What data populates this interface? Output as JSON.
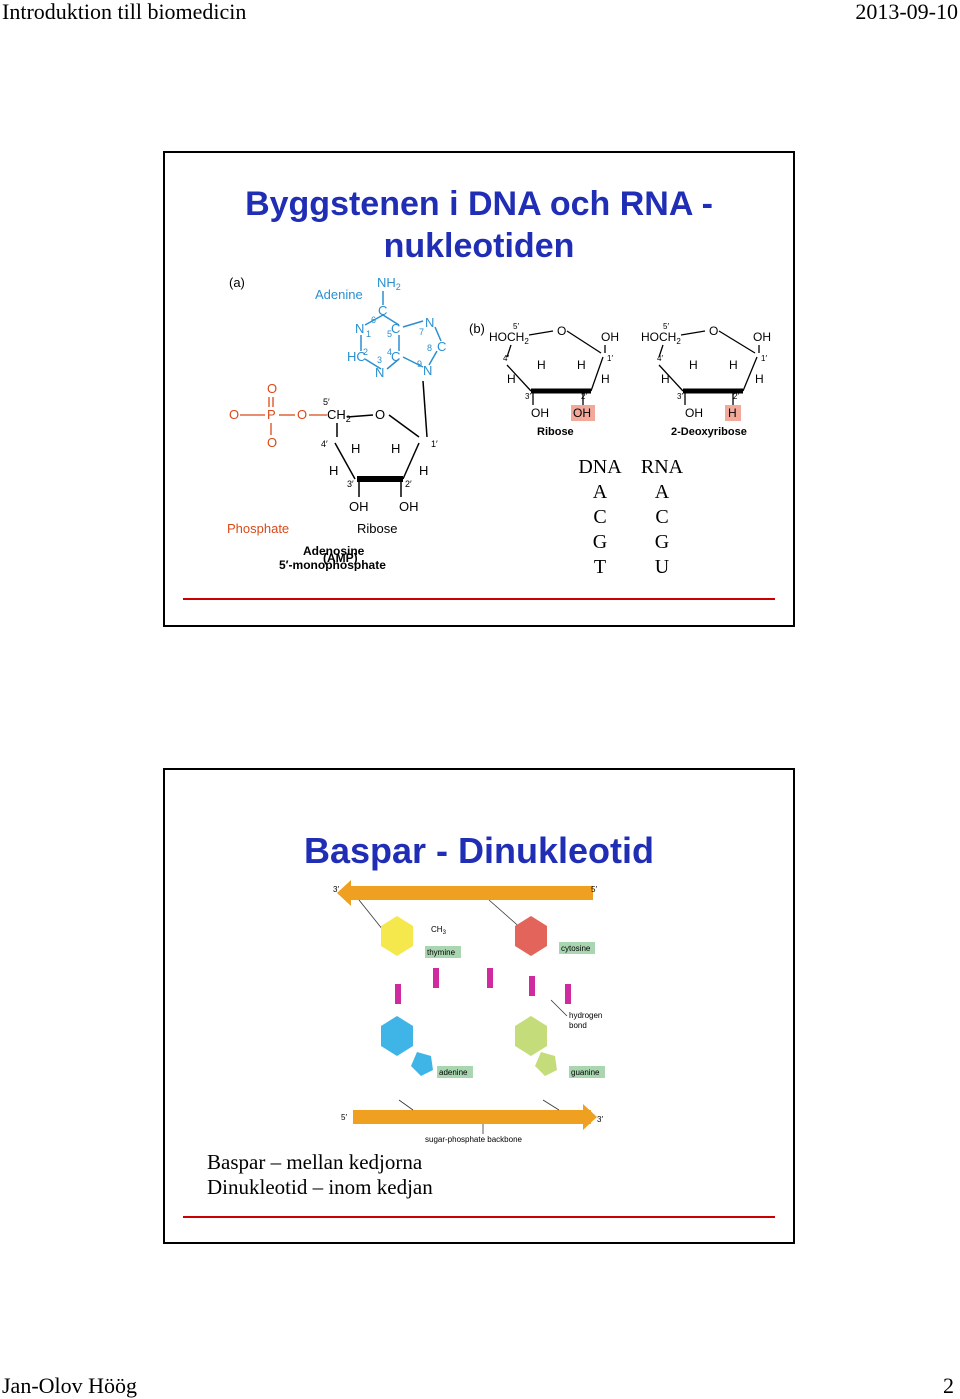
{
  "header": {
    "left": "Introduktion till biomedicin",
    "right": "2013-09-10"
  },
  "footer": {
    "author": "Jan-Olov Höög",
    "page": "2"
  },
  "slide1": {
    "title_line1": "Byggstenen i DNA och RNA -",
    "title_line2": "nukleotiden",
    "figure_a": {
      "panel": "(a)",
      "adenine": "Adenine",
      "nh2": "NH",
      "sub2": "2",
      "phosphate": "Phosphate",
      "ribose": "Ribose",
      "adenosine": "Adenosine",
      "monophosphate": "5′-monophosphate",
      "amp": "(AMP)",
      "oh": "OH",
      "h": "H",
      "o": "O",
      "p": "P",
      "c": "C",
      "n": "N",
      "hc": "HC",
      "ch2": "CH",
      "pos5": "5′",
      "pos4": "4′",
      "pos3": "3′",
      "pos2": "2′",
      "pos1": "1′",
      "ring": [
        "1",
        "2",
        "3",
        "4",
        "5",
        "6",
        "7",
        "8",
        "9"
      ]
    },
    "figure_b": {
      "panel": "(b)",
      "hoch2": "HOCH",
      "ribose": "Ribose",
      "deoxyribose": "2-Deoxyribose",
      "highlight_color": "#f2a99a"
    },
    "bases_table": {
      "dna_header": "DNA",
      "rna_header": "RNA",
      "dna": [
        "A",
        "C",
        "G",
        "T"
      ],
      "rna": [
        "A",
        "C",
        "G",
        "U"
      ]
    }
  },
  "slide2": {
    "title": "Baspar - Dinukleotid",
    "figure": {
      "strand_top_left": "3′",
      "strand_top_right": "5′",
      "strand_bottom_left": "5′",
      "strand_bottom_right": "3′",
      "thymine": "thymine",
      "cytosine": "cytosine",
      "adenine": "adenine",
      "guanine": "guanine",
      "hydrogen_bond": "hydrogen",
      "hydrogen_bond2": "bond",
      "backbone": "sugar-phosphate backbone",
      "ch3": "CH",
      "colors": {
        "thymine": "#f5e84c",
        "cytosine": "#e2645a",
        "adenine": "#3fb4e6",
        "guanine": "#c4dc7a",
        "strand": "#f0a020",
        "hbond": "#d02aa0",
        "label_bg": "#a9d6b0"
      }
    },
    "caption_line1": "Baspar – mellan kedjorna",
    "caption_line2": "Dinukleotid – inom kedjan"
  }
}
